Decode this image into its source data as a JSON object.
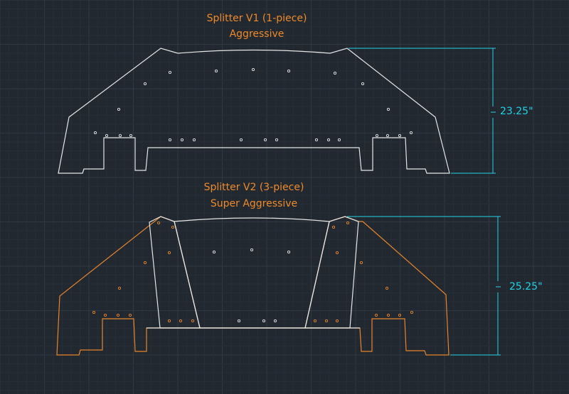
{
  "titles": {
    "v1_line1": "Splitter V1 (1-piece)",
    "v1_line2": "Aggressive",
    "v2_line1": "Splitter V2 (3-piece)",
    "v2_line2": "Super Aggressive"
  },
  "dimensions": {
    "v1": "23.25\"",
    "v2": "25.25\""
  },
  "colors": {
    "background": "#212830",
    "grid_major": "#2e3945",
    "grid_minor": "#262e37",
    "outline_v1": "#e6e6e6",
    "outline_v2": "#e8852b",
    "dimension": "#22d3e6",
    "label": "#ef8a2a"
  }
}
